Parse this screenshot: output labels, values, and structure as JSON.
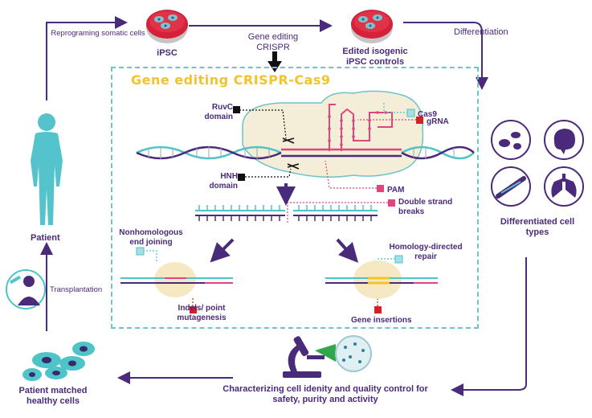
{
  "flow": {
    "reprogramming": "Reprograming somatic cells",
    "ipsc": "iPSC",
    "gene_editing": "Gene editing CRISPR",
    "edited_controls": "Edited isogenic iPSC controls",
    "differentiation": "Differentiation",
    "differentiated_types": "Differentiated cell types",
    "characterizing": "Characterizing cell idenity and quality control for safety, purity and activity",
    "healthy_cells": "Patient matched healthy cells",
    "transplantation": "Transplantation",
    "patient": "Patient"
  },
  "crispr": {
    "title": "Gene editing CRISPR-Cas9",
    "ruvc": "RuvC domain",
    "hnh": "HNH domain",
    "cas9": "Cas9",
    "grna": "gRNA",
    "pam": "PAM",
    "dsb": "Double strand breaks",
    "nhej": "Nonhomologous end joining",
    "hdr": "Homology-directed repair",
    "indels": "Indels/ point mutagenesis",
    "insertions": "Gene insertions"
  },
  "colors": {
    "purple": "#4a2a7a",
    "teal": "#4ec3c8",
    "pink": "#e0457b",
    "red": "#d61f26",
    "yellow": "#f2c32a"
  }
}
